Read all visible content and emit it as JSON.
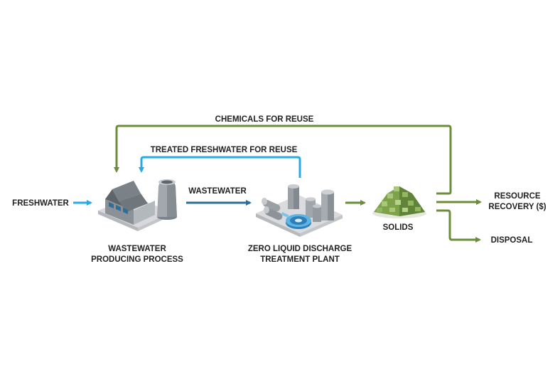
{
  "labels": {
    "freshwater": "FRESHWATER",
    "wastewater": "WASTEWATER",
    "chemicals_reuse": "CHEMICALS FOR REUSE",
    "treated_reuse": "TREATED FRESHWATER FOR REUSE",
    "process_line1": "WASTEWATER",
    "process_line2": "PRODUCING PROCESS",
    "plant_line1": "ZERO LIQUID DISCHARGE",
    "plant_line2": "TREATMENT PLANT",
    "solids": "SOLIDS",
    "resource_line1": "RESOURCE",
    "resource_line2": "RECOVERY ($)",
    "disposal": "DISPOSAL"
  },
  "colors": {
    "water_blue": "#29abe2",
    "wastewater_blue": "#2e6f9a",
    "green": "#6b8e3a"
  }
}
